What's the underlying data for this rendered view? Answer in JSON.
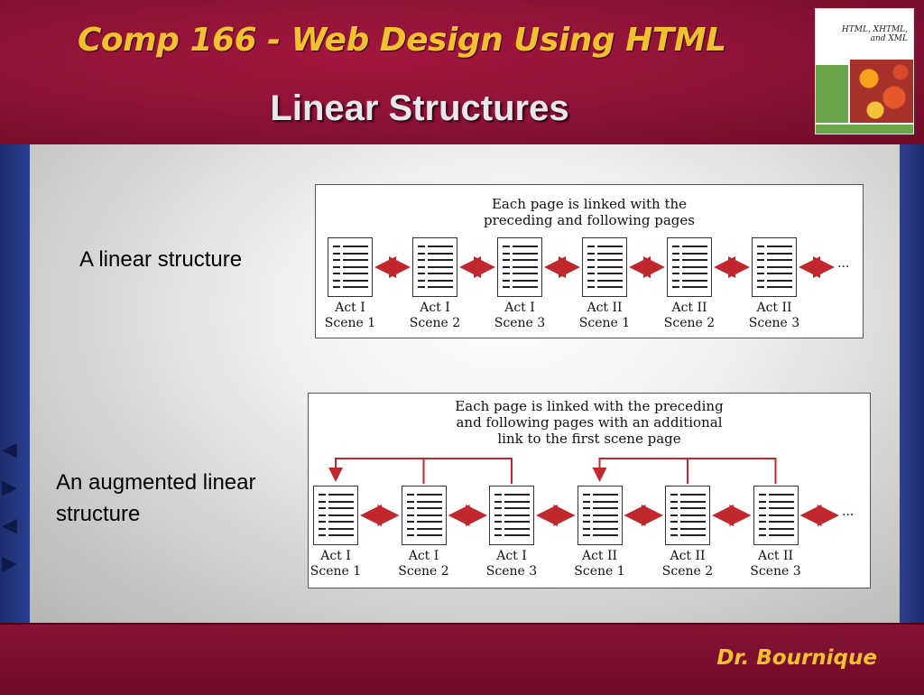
{
  "header": {
    "course_title": "Comp 166 - Web Design Using HTML",
    "slide_title": "Linear Structures",
    "book_cover": {
      "title": "HTML, XHTML, and XML"
    }
  },
  "figure1": {
    "label": "A linear structure",
    "caption_line1": "Each page is linked with the",
    "caption_line2": "preceding and following pages",
    "pages": [
      {
        "act": "Act I",
        "scene": "Scene 1"
      },
      {
        "act": "Act I",
        "scene": "Scene 2"
      },
      {
        "act": "Act I",
        "scene": "Scene 3"
      },
      {
        "act": "Act II",
        "scene": "Scene 1"
      },
      {
        "act": "Act II",
        "scene": "Scene 2"
      },
      {
        "act": "Act II",
        "scene": "Scene 3"
      }
    ],
    "ellipsis": "···"
  },
  "figure2": {
    "label_line1": "An augmented  linear",
    "label_line2": "structure",
    "caption_line1": "Each page is linked with the preceding",
    "caption_line2": "and following pages with an additional",
    "caption_line3": "link to the first scene page",
    "pages": [
      {
        "act": "Act I",
        "scene": "Scene 1"
      },
      {
        "act": "Act I",
        "scene": "Scene 2"
      },
      {
        "act": "Act I",
        "scene": "Scene 3"
      },
      {
        "act": "Act II",
        "scene": "Scene 1"
      },
      {
        "act": "Act II",
        "scene": "Scene 2"
      },
      {
        "act": "Act II",
        "scene": "Scene 3"
      }
    ],
    "ellipsis": "···"
  },
  "footer": {
    "author": "Dr. Bournique",
    "page_number": "6"
  },
  "nav_icons": [
    "first-slide-icon",
    "next-slide-icon",
    "previous-slide-icon",
    "last-slide-icon"
  ],
  "colors": {
    "header_bg": "#8a1234",
    "title_gold": "#f2c12e",
    "arrow_red": "#c0282e",
    "side_blue": "#2a3f8f"
  }
}
